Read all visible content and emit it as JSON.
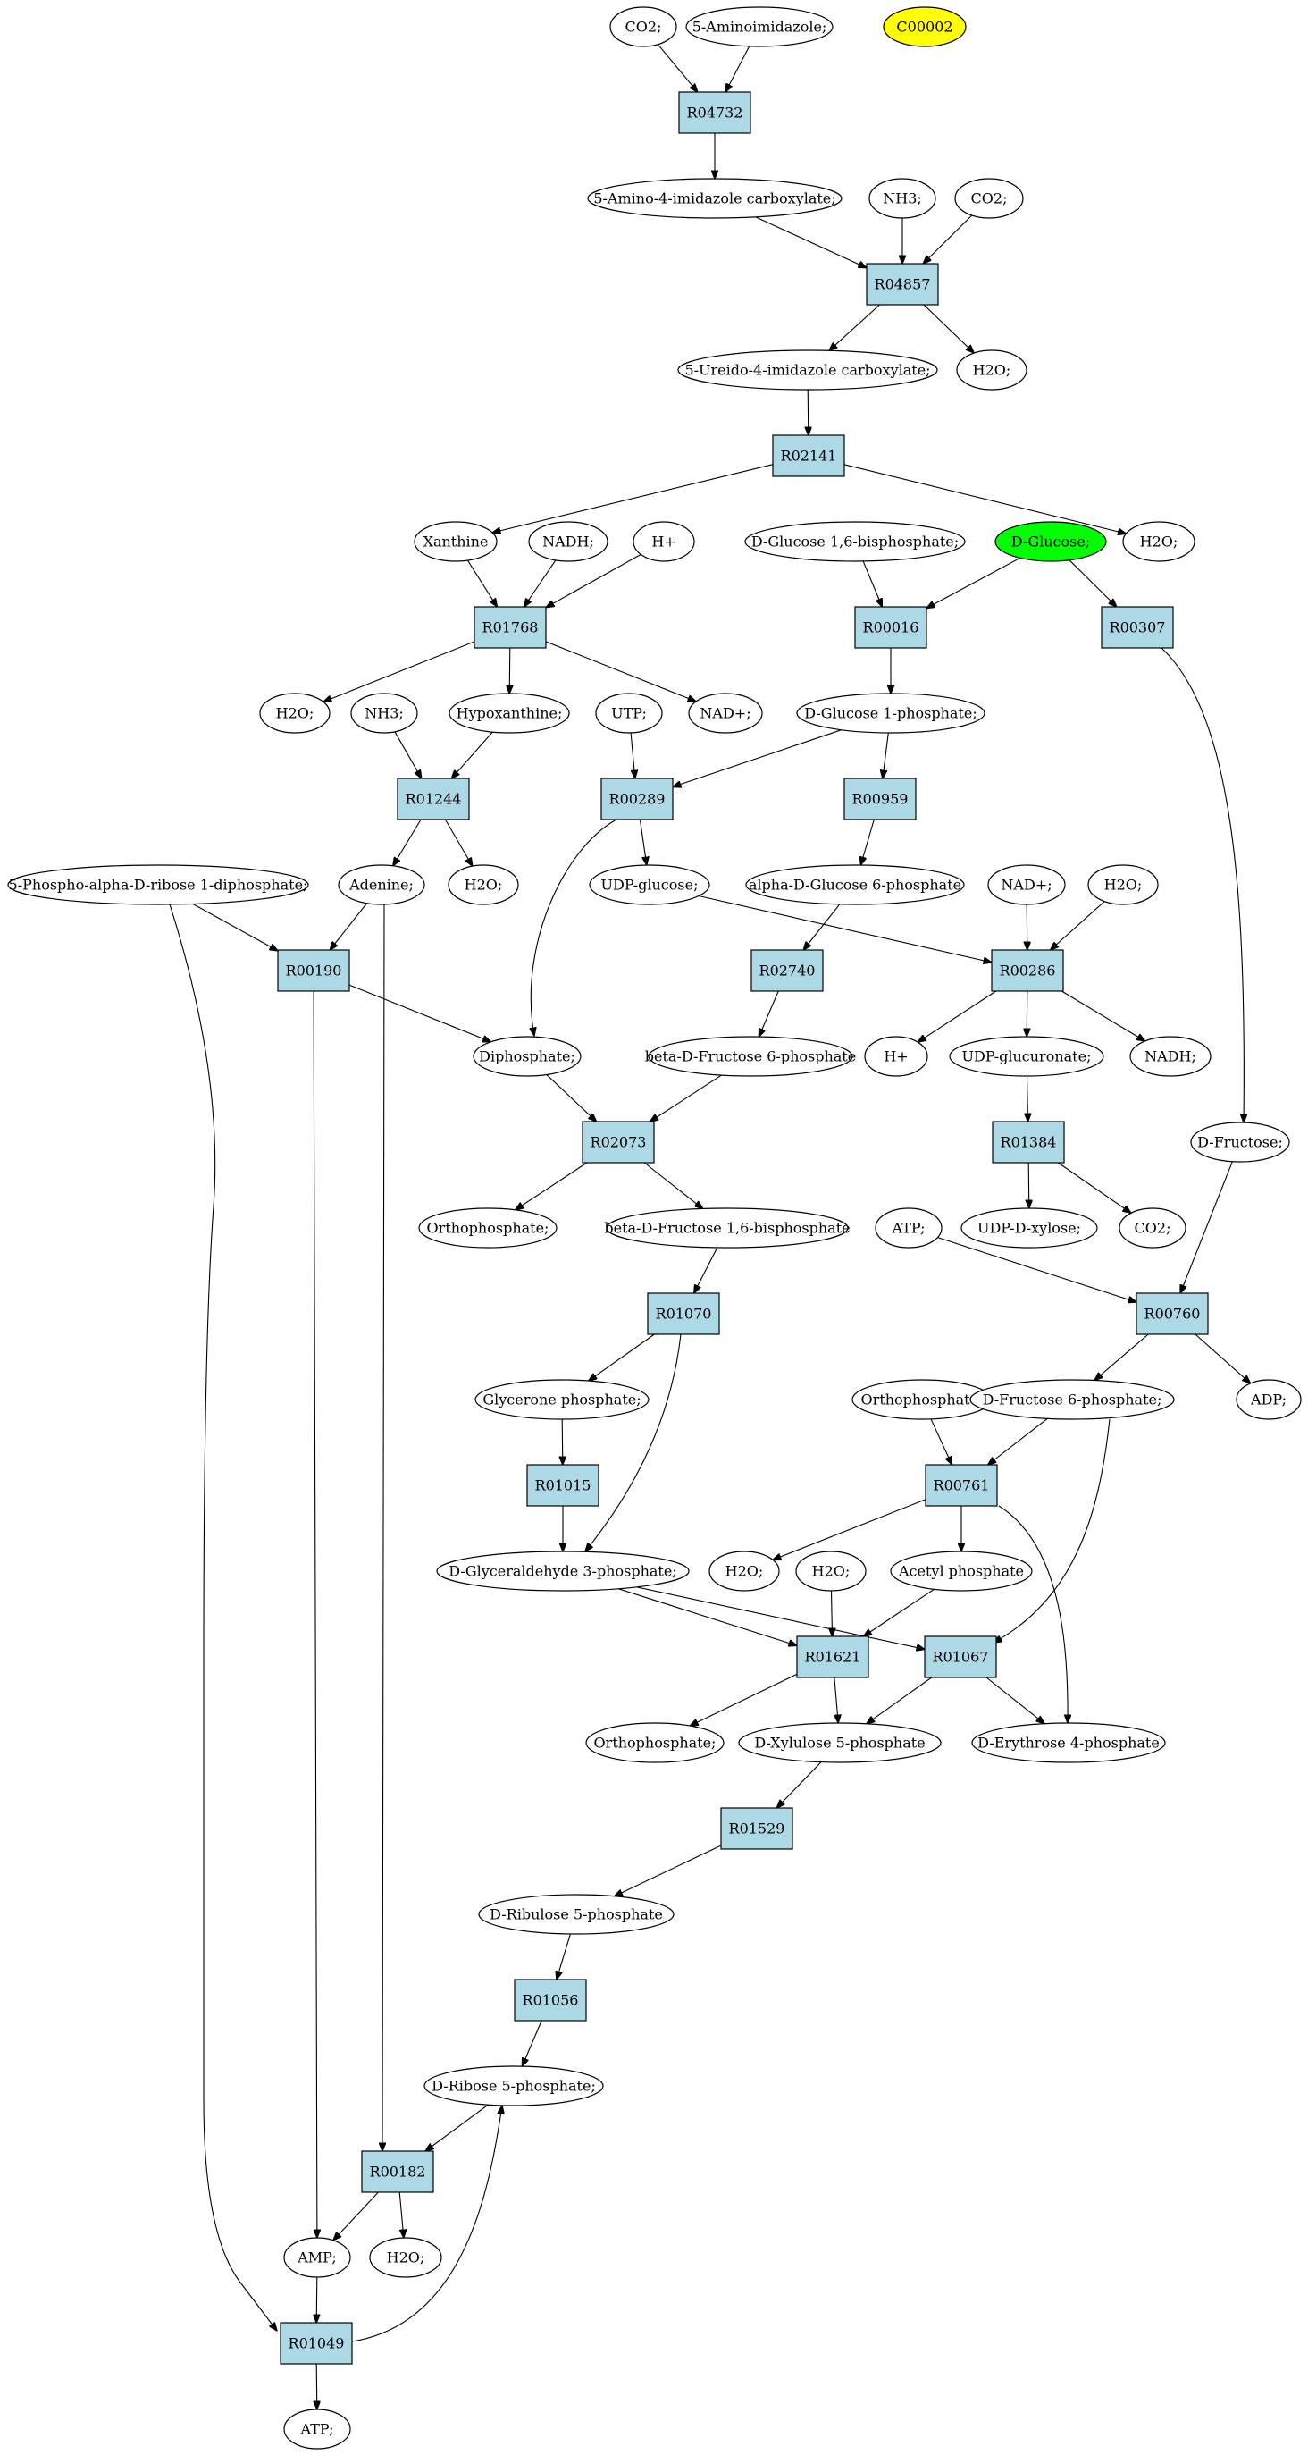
{
  "colors": {
    "reaction": "#add8e6",
    "seed": "#ffff00",
    "target": "#00ff00",
    "compound": "#ffffff",
    "stroke": "#000000"
  },
  "nodes": {
    "c_co2_a": {
      "label": "CO2;",
      "kind": "compound"
    },
    "c_5ai": {
      "label": "5-Aminoimidazole;",
      "kind": "compound"
    },
    "c_c00002": {
      "label": "C00002",
      "kind": "seed"
    },
    "r_R04732": {
      "label": "R04732",
      "kind": "reaction"
    },
    "c_5a4ic": {
      "label": "5-Amino-4-imidazole carboxylate;",
      "kind": "compound"
    },
    "c_nh3_a": {
      "label": "NH3;",
      "kind": "compound"
    },
    "c_co2_b": {
      "label": "CO2;",
      "kind": "compound"
    },
    "r_R04857": {
      "label": "R04857",
      "kind": "reaction"
    },
    "c_5u4ic": {
      "label": "5-Ureido-4-imidazole carboxylate;",
      "kind": "compound"
    },
    "c_h2o_a": {
      "label": "H2O;",
      "kind": "compound"
    },
    "r_R02141": {
      "label": "R02141",
      "kind": "reaction"
    },
    "c_xanthine": {
      "label": "Xanthine",
      "kind": "compound"
    },
    "c_nadh_a": {
      "label": "NADH;",
      "kind": "compound"
    },
    "c_hplus_a": {
      "label": "H+",
      "kind": "compound"
    },
    "c_g16bp": {
      "label": "D-Glucose 1,6-bisphosphate;",
      "kind": "compound"
    },
    "c_dglucose": {
      "label": "D-Glucose;",
      "kind": "target"
    },
    "c_h2o_b": {
      "label": "H2O;",
      "kind": "compound"
    },
    "r_R01768": {
      "label": "R01768",
      "kind": "reaction"
    },
    "r_R00016": {
      "label": "R00016",
      "kind": "reaction"
    },
    "r_R00307": {
      "label": "R00307",
      "kind": "reaction"
    },
    "c_h2o_c": {
      "label": "H2O;",
      "kind": "compound"
    },
    "c_nh3_b": {
      "label": "NH3;",
      "kind": "compound"
    },
    "c_hypox": {
      "label": "Hypoxanthine;",
      "kind": "compound"
    },
    "c_nadplus_a": {
      "label": "NAD+;",
      "kind": "compound"
    },
    "c_utp": {
      "label": "UTP;",
      "kind": "compound"
    },
    "c_g1p": {
      "label": "D-Glucose 1-phosphate;",
      "kind": "compound"
    },
    "r_R01244": {
      "label": "R01244",
      "kind": "reaction"
    },
    "r_R00289": {
      "label": "R00289",
      "kind": "reaction"
    },
    "r_R00959": {
      "label": "R00959",
      "kind": "reaction"
    },
    "c_prpp": {
      "label": "5-Phospho-alpha-D-ribose 1-diphosphate;",
      "kind": "compound"
    },
    "c_adenine": {
      "label": "Adenine;",
      "kind": "compound"
    },
    "c_h2o_d": {
      "label": "H2O;",
      "kind": "compound"
    },
    "c_udpglc": {
      "label": "UDP-glucose;",
      "kind": "compound"
    },
    "c_ag6p": {
      "label": "alpha-D-Glucose 6-phosphate",
      "kind": "compound"
    },
    "c_nadplus_b": {
      "label": "NAD+;",
      "kind": "compound"
    },
    "c_h2o_e": {
      "label": "H2O;",
      "kind": "compound"
    },
    "r_R00190": {
      "label": "R00190",
      "kind": "reaction"
    },
    "r_R02740": {
      "label": "R02740",
      "kind": "reaction"
    },
    "r_R00286": {
      "label": "R00286",
      "kind": "reaction"
    },
    "c_diphos": {
      "label": "Diphosphate;",
      "kind": "compound"
    },
    "c_bf6p": {
      "label": "beta-D-Fructose 6-phosphate",
      "kind": "compound"
    },
    "c_hplus_b": {
      "label": "H+",
      "kind": "compound"
    },
    "c_udpglcA": {
      "label": "UDP-glucuronate;",
      "kind": "compound"
    },
    "c_nadh_b": {
      "label": "NADH;",
      "kind": "compound"
    },
    "r_R02073": {
      "label": "R02073",
      "kind": "reaction"
    },
    "r_R01384": {
      "label": "R01384",
      "kind": "reaction"
    },
    "c_dfructose": {
      "label": "D-Fructose;",
      "kind": "compound"
    },
    "c_orthop_a": {
      "label": "Orthophosphate;",
      "kind": "compound"
    },
    "c_bf16bp": {
      "label": "beta-D-Fructose 1,6-bisphosphate",
      "kind": "compound"
    },
    "c_atp_a": {
      "label": "ATP;",
      "kind": "compound"
    },
    "c_udpxyl": {
      "label": "UDP-D-xylose;",
      "kind": "compound"
    },
    "c_co2_c": {
      "label": "CO2;",
      "kind": "compound"
    },
    "r_R01070": {
      "label": "R01070",
      "kind": "reaction"
    },
    "r_R00760": {
      "label": "R00760",
      "kind": "reaction"
    },
    "c_glycp": {
      "label": "Glycerone phosphate;",
      "kind": "compound"
    },
    "c_orthop_b": {
      "label": "Orthophosphate;",
      "kind": "compound"
    },
    "c_df6p": {
      "label": "D-Fructose 6-phosphate;",
      "kind": "compound"
    },
    "c_adp": {
      "label": "ADP;",
      "kind": "compound"
    },
    "r_R01015": {
      "label": "R01015",
      "kind": "reaction"
    },
    "r_R00761": {
      "label": "R00761",
      "kind": "reaction"
    },
    "c_g3p": {
      "label": "D-Glyceraldehyde 3-phosphate;",
      "kind": "compound"
    },
    "c_h2o_f": {
      "label": "H2O;",
      "kind": "compound"
    },
    "c_h2o_g": {
      "label": "H2O;",
      "kind": "compound"
    },
    "c_acetylp": {
      "label": "Acetyl phosphate",
      "kind": "compound"
    },
    "r_R01621": {
      "label": "R01621",
      "kind": "reaction"
    },
    "r_R01067": {
      "label": "R01067",
      "kind": "reaction"
    },
    "c_orthop_c": {
      "label": "Orthophosphate;",
      "kind": "compound"
    },
    "c_dx5p": {
      "label": "D-Xylulose 5-phosphate",
      "kind": "compound"
    },
    "c_de4p": {
      "label": "D-Erythrose 4-phosphate",
      "kind": "compound"
    },
    "r_R01529": {
      "label": "R01529",
      "kind": "reaction"
    },
    "c_dru5p": {
      "label": "D-Ribulose 5-phosphate",
      "kind": "compound"
    },
    "r_R01056": {
      "label": "R01056",
      "kind": "reaction"
    },
    "c_dr5p": {
      "label": "D-Ribose 5-phosphate;",
      "kind": "compound"
    },
    "r_R00182": {
      "label": "R00182",
      "kind": "reaction"
    },
    "c_amp": {
      "label": "AMP;",
      "kind": "compound"
    },
    "c_h2o_h": {
      "label": "H2O;",
      "kind": "compound"
    },
    "r_R01049": {
      "label": "R01049",
      "kind": "reaction"
    },
    "c_atp_b": {
      "label": "ATP;",
      "kind": "compound"
    }
  },
  "edges": [
    [
      "c_co2_a",
      "r_R04732"
    ],
    [
      "c_5ai",
      "r_R04732"
    ],
    [
      "r_R04732",
      "c_5a4ic"
    ],
    [
      "c_5a4ic",
      "r_R04857"
    ],
    [
      "c_nh3_a",
      "r_R04857"
    ],
    [
      "c_co2_b",
      "r_R04857"
    ],
    [
      "r_R04857",
      "c_5u4ic"
    ],
    [
      "r_R04857",
      "c_h2o_a"
    ],
    [
      "c_5u4ic",
      "r_R02141"
    ],
    [
      "r_R02141",
      "c_xanthine"
    ],
    [
      "r_R02141",
      "c_h2o_b"
    ],
    [
      "c_xanthine",
      "r_R01768"
    ],
    [
      "c_nadh_a",
      "r_R01768"
    ],
    [
      "c_hplus_a",
      "r_R01768"
    ],
    [
      "r_R01768",
      "c_h2o_c"
    ],
    [
      "r_R01768",
      "c_hypox"
    ],
    [
      "r_R01768",
      "c_nadplus_a"
    ],
    [
      "c_g16bp",
      "r_R00016"
    ],
    [
      "c_dglucose",
      "r_R00016"
    ],
    [
      "c_dglucose",
      "r_R00307"
    ],
    [
      "r_R00016",
      "c_g1p"
    ],
    [
      "c_nh3_b",
      "r_R01244"
    ],
    [
      "c_hypox",
      "r_R01244"
    ],
    [
      "r_R01244",
      "c_adenine"
    ],
    [
      "r_R01244",
      "c_h2o_d"
    ],
    [
      "c_utp",
      "r_R00289"
    ],
    [
      "c_g1p",
      "r_R00289"
    ],
    [
      "c_g1p",
      "r_R00959"
    ],
    [
      "r_R00289",
      "c_udpglc"
    ],
    [
      "r_R00289",
      "c_diphos"
    ],
    [
      "r_R00959",
      "c_ag6p"
    ],
    [
      "c_prpp",
      "r_R00190"
    ],
    [
      "c_adenine",
      "r_R00190"
    ],
    [
      "c_prpp",
      "r_R01049"
    ],
    [
      "c_adenine",
      "r_R00182"
    ],
    [
      "r_R00190",
      "c_diphos"
    ],
    [
      "r_R00190",
      "c_amp"
    ],
    [
      "c_udpglc",
      "r_R00286"
    ],
    [
      "c_nadplus_b",
      "r_R00286"
    ],
    [
      "c_h2o_e",
      "r_R00286"
    ],
    [
      "c_ag6p",
      "r_R02740"
    ],
    [
      "r_R02740",
      "c_bf6p"
    ],
    [
      "r_R00286",
      "c_hplus_b"
    ],
    [
      "r_R00286",
      "c_udpglcA"
    ],
    [
      "r_R00286",
      "c_nadh_b"
    ],
    [
      "c_diphos",
      "r_R02073"
    ],
    [
      "c_bf6p",
      "r_R02073"
    ],
    [
      "r_R02073",
      "c_orthop_a"
    ],
    [
      "r_R02073",
      "c_bf16bp"
    ],
    [
      "c_udpglcA",
      "r_R01384"
    ],
    [
      "r_R01384",
      "c_udpxyl"
    ],
    [
      "r_R01384",
      "c_co2_c"
    ],
    [
      "r_R00307",
      "c_dfructose"
    ],
    [
      "c_bf16bp",
      "r_R01070"
    ],
    [
      "c_atp_a",
      "r_R00760"
    ],
    [
      "c_dfructose",
      "r_R00760"
    ],
    [
      "r_R01070",
      "c_glycp"
    ],
    [
      "r_R01070",
      "c_g3p"
    ],
    [
      "r_R00760",
      "c_df6p"
    ],
    [
      "r_R00760",
      "c_adp"
    ],
    [
      "c_glycp",
      "r_R01015"
    ],
    [
      "r_R01015",
      "c_g3p"
    ],
    [
      "c_orthop_b",
      "r_R00761"
    ],
    [
      "c_df6p",
      "r_R00761"
    ],
    [
      "c_df6p",
      "r_R01067"
    ],
    [
      "r_R00761",
      "c_h2o_f"
    ],
    [
      "r_R00761",
      "c_acetylp"
    ],
    [
      "r_R00761",
      "c_de4p"
    ],
    [
      "c_g3p",
      "r_R01621"
    ],
    [
      "c_g3p",
      "r_R01067"
    ],
    [
      "c_h2o_g",
      "r_R01621"
    ],
    [
      "c_acetylp",
      "r_R01621"
    ],
    [
      "r_R01621",
      "c_orthop_c"
    ],
    [
      "r_R01621",
      "c_dx5p"
    ],
    [
      "r_R01067",
      "c_dx5p"
    ],
    [
      "r_R01067",
      "c_de4p"
    ],
    [
      "c_dx5p",
      "r_R01529"
    ],
    [
      "r_R01529",
      "c_dru5p"
    ],
    [
      "c_dru5p",
      "r_R01056"
    ],
    [
      "r_R01056",
      "c_dr5p"
    ],
    [
      "c_dr5p",
      "r_R00182"
    ],
    [
      "r_R00182",
      "c_amp"
    ],
    [
      "r_R00182",
      "c_h2o_h"
    ],
    [
      "c_amp",
      "r_R01049"
    ],
    [
      "r_R01049",
      "c_dr5p"
    ],
    [
      "r_R01049",
      "c_atp_b"
    ]
  ]
}
